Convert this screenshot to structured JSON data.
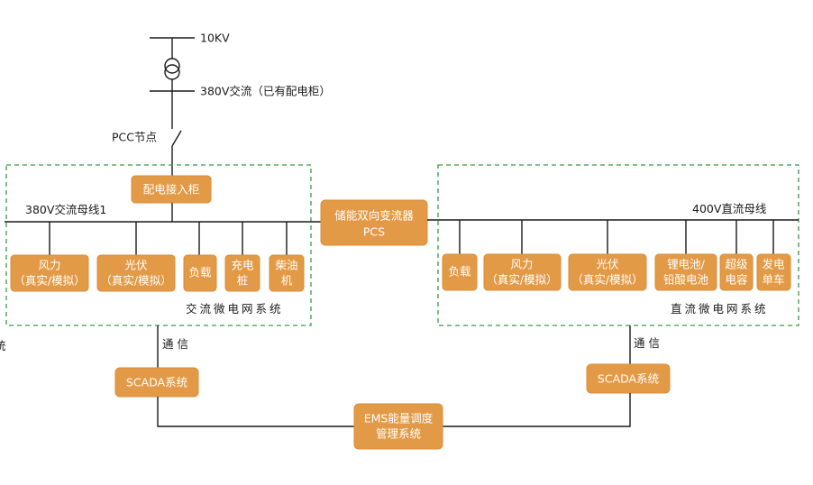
{
  "grid": {
    "voltage_10kv": "10KV",
    "voltage_380v": "380V交流（已有配电柜）",
    "pcc_node": "PCC节点"
  },
  "ac_system": {
    "title": "交流微电网系统",
    "busbar": "380V交流母线1",
    "cabinet": "配电接入柜",
    "loads": [
      {
        "line1": "风力",
        "line2": "（真实/模拟）"
      },
      {
        "line1": "光伏",
        "line2": "（真实/模拟）"
      },
      {
        "line1": "负载",
        "line2": ""
      },
      {
        "line1": "充电",
        "line2": "桩"
      },
      {
        "line1": "柴油",
        "line2": "机"
      }
    ],
    "comm": "通 信",
    "scada": "SCADA系统"
  },
  "pcs": {
    "line1": "储能双向变流器",
    "line2": "PCS"
  },
  "dc_system": {
    "title": "直流微电网系统",
    "busbar": "400V直流母线",
    "loads": [
      {
        "line1": "负载",
        "line2": ""
      },
      {
        "line1": "风力",
        "line2": "（真实/模拟）"
      },
      {
        "line1": "光伏",
        "line2": "（真实/模拟）"
      },
      {
        "line1": "锂电池/",
        "line2": "铅酸电池"
      },
      {
        "line1": "超级",
        "line2": "电容"
      },
      {
        "line1": "发电",
        "line2": "单车"
      }
    ],
    "comm": "通 信",
    "scada": "SCADA系统"
  },
  "ems": {
    "line1": "EMS能量调度",
    "line2": "管理系统"
  },
  "edge_mark": "统"
}
